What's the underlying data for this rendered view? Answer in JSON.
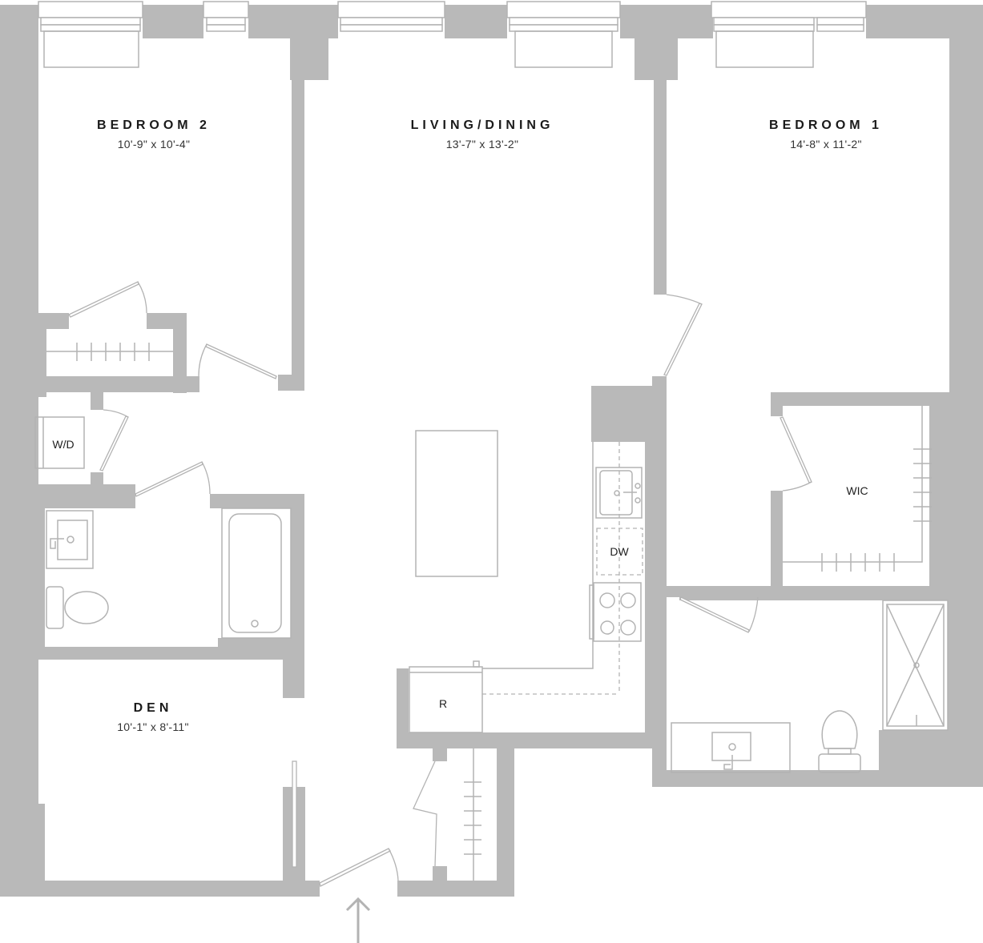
{
  "plan": {
    "wall_color": "#b9b9b9",
    "line_color": "#b3b3b3",
    "background": "#ffffff"
  },
  "rooms": {
    "bedroom2": {
      "name": "BEDROOM 2",
      "dims": "10'-9\" x 10'-4\""
    },
    "living": {
      "name": "LIVING/DINING",
      "dims": "13'-7\" x 13'-2\""
    },
    "bedroom1": {
      "name": "BEDROOM 1",
      "dims": "14'-8\" x 11'-2\""
    },
    "den": {
      "name": "DEN",
      "dims": "10'-1\" x 8'-11\""
    }
  },
  "fixtures": {
    "washer_dryer": "W/D",
    "dishwasher": "DW",
    "refrigerator": "R",
    "walk_in_closet": "WIC"
  },
  "icons": {
    "entry": "entry-arrow-icon"
  }
}
